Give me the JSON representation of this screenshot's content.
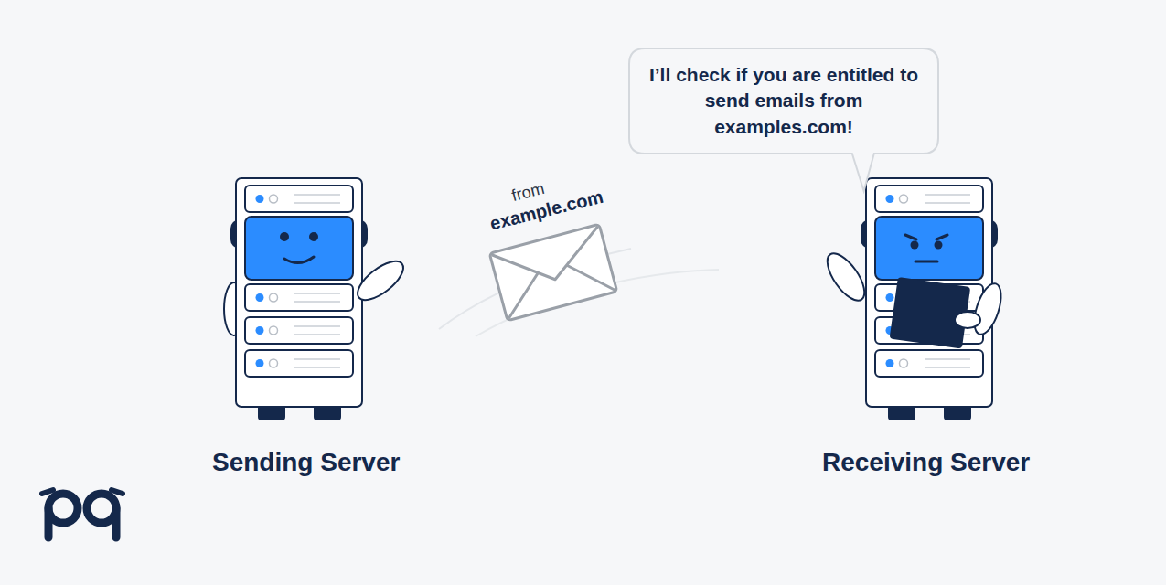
{
  "diagram": {
    "nodes": [
      {
        "text": [
          "Sending Server"
        ]
      },
      {
        "text": [
          "from",
          "example.com"
        ]
      },
      {
        "text": [
          "I’ll check if you are entitled to send emails from examples.com!"
        ]
      },
      {
        "text": [
          "Receiving Server"
        ]
      }
    ]
  }
}
